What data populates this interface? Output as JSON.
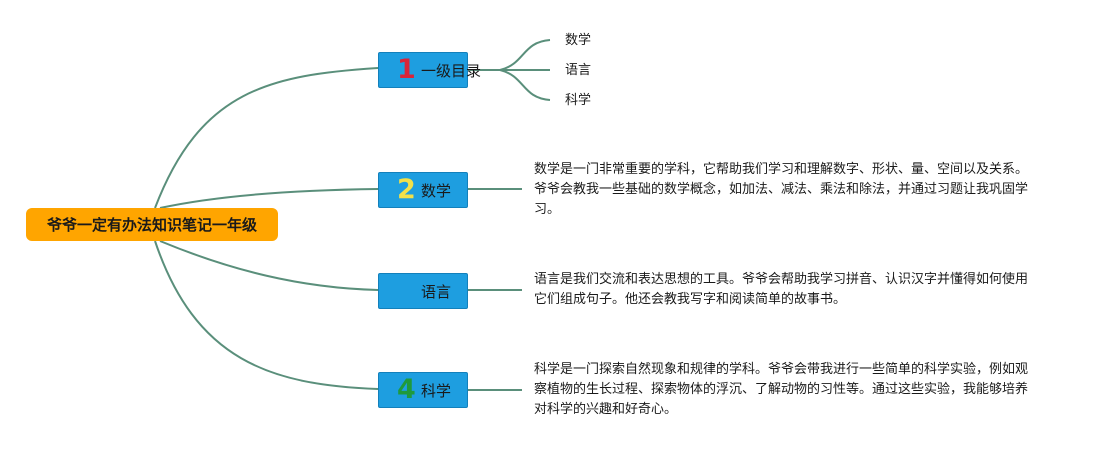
{
  "diagram": {
    "root": {
      "label": "爷爷一定有办法知识笔记一年级"
    },
    "branches": [
      {
        "number": "1",
        "number_color": "#d9243a",
        "label": "一级目录",
        "children": [
          "数学",
          "语言",
          "科学"
        ]
      },
      {
        "number": "2",
        "number_color": "#f2e14a",
        "label": "数学",
        "note": "数学是一门非常重要的学科，它帮助我们学习和理解数字、形状、量、空间以及关系。爷爷会教我一些基础的数学概念，如加法、减法、乘法和除法，并通过习题让我巩固学习。"
      },
      {
        "number": "",
        "number_color": "#1e9ee0",
        "label": "语言",
        "note": "语言是我们交流和表达思想的工具。爷爷会帮助我学习拼音、认识汉字并懂得如何使用它们组成句子。他还会教我写字和阅读简单的故事书。"
      },
      {
        "number": "4",
        "number_color": "#1f9a3c",
        "label": "科学",
        "note": "科学是一门探索自然现象和规律的学科。爷爷会带我进行一些简单的科学实验，例如观察植物的生长过程、探索物体的浮沉、了解动物的习性等。通过这些实验，我能够培养对科学的兴趣和好奇心。"
      }
    ],
    "colors": {
      "root_fill": "#ffa500",
      "branch_fill": "#1e9ee0",
      "connector": "#5a8f7b"
    }
  }
}
